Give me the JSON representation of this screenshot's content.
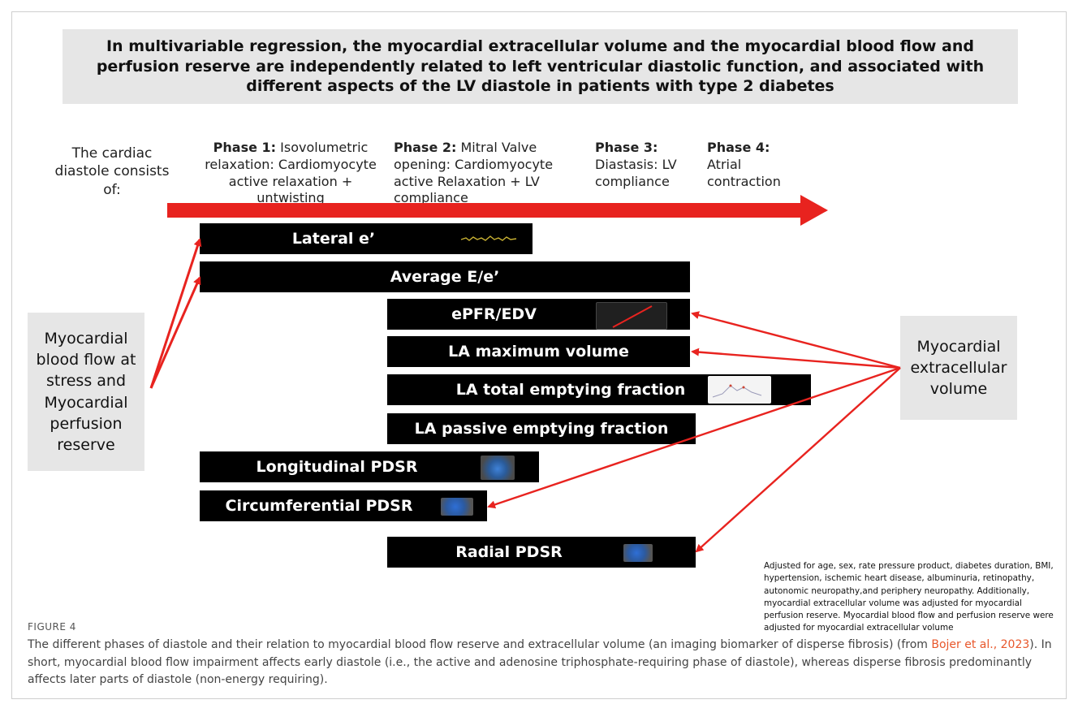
{
  "header": {
    "banner_text": "In multivariable regression, the myocardial extracellular volume and the myocardial blood flow and perfusion reserve are independently related to left ventricular diastolic function, and associated with different aspects of the LV diastole in patients with type 2 diabetes"
  },
  "phases": {
    "intro": "The cardiac diastole consists of:",
    "items": [
      {
        "label": "Phase 1:",
        "text": " Isovolumetric relaxation: Cardiomyocyte active relaxation + untwisting"
      },
      {
        "label": "Phase 2:",
        "text": " Mitral Valve opening: Cardiomyocyte active Relaxation + LV compliance"
      },
      {
        "label": "Phase 3:",
        "text": " Diastasis: LV compliance"
      },
      {
        "label": "Phase 4:",
        "text": " Atrial contraction"
      }
    ]
  },
  "bars": [
    {
      "label": "Lateral e’",
      "thumb": "echo-tracing-thumbnail"
    },
    {
      "label": "Average E/e’"
    },
    {
      "label": "ePFR/EDV",
      "thumb": "filling-curve-thumbnail"
    },
    {
      "label": "LA maximum volume"
    },
    {
      "label": "LA total emptying fraction",
      "thumb": "volume-curve-thumbnail"
    },
    {
      "label": "LA passive emptying fraction"
    },
    {
      "label": "Longitudinal PDSR",
      "thumb": "strain-map-thumbnail"
    },
    {
      "label": "Circumferential PDSR",
      "thumb": "strain-map-thumbnail"
    },
    {
      "label": "Radial PDSR",
      "thumb": "strain-map-thumbnail"
    }
  ],
  "left_box": {
    "text": "Myocardial blood flow at stress and Myocardial perfusion reserve"
  },
  "right_box": {
    "text": "Myocardial extracellular volume"
  },
  "note": "Adjusted for age, sex, rate pressure product, diabetes duration, BMI, hypertension, ischemic heart disease, albuminuria, retinopathy, autonomic neuropathy,and periphery neuropathy. Additionally, myocardial extracellular volume was adjusted for myocardial perfusion reserve. Myocardial blood flow and perfusion reserve were adjusted for myocardial extracellular volume",
  "figure": {
    "label": "FIGURE 4",
    "caption_pre": "The different phases of diastole and their relation to myocardial blood flow reserve and extracellular volume (an imaging biomarker of disperse fibrosis) (from ",
    "caption_link": "Bojer et al., 2023",
    "caption_post": "). In short, myocardial blood flow impairment affects early diastole (i.e., the active and adenosine triphosphate-requiring phase of diastole), whereas disperse fibrosis predominantly affects later parts of diastole (non-energy requiring)."
  },
  "colors": {
    "arrow": "#e8231f",
    "bar": "#000000",
    "box": "#e6e6e6",
    "link": "#e8572b"
  }
}
